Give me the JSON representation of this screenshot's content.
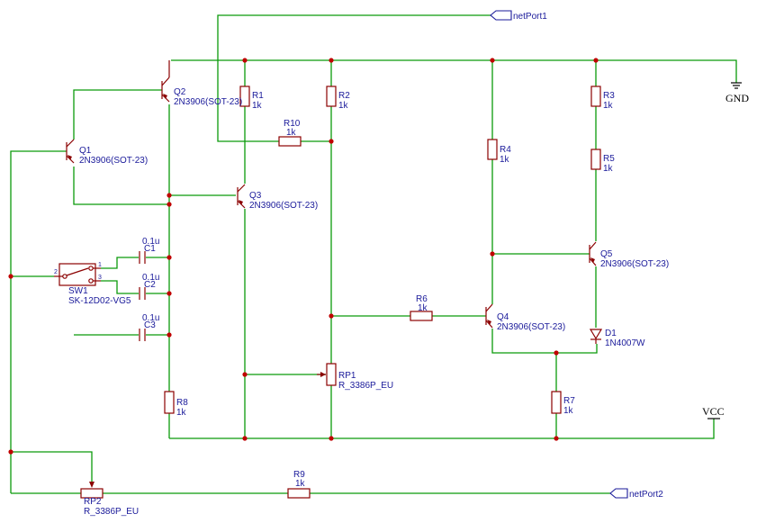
{
  "components": {
    "Q1": {
      "ref": "Q1",
      "value": "2N3906(SOT-23)"
    },
    "Q2": {
      "ref": "Q2",
      "value": "2N3906(SOT-23)"
    },
    "Q3": {
      "ref": "Q3",
      "value": "2N3906(SOT-23)"
    },
    "Q4": {
      "ref": "Q4",
      "value": "2N3906(SOT-23)"
    },
    "Q5": {
      "ref": "Q5",
      "value": "2N3906(SOT-23)"
    },
    "R1": {
      "ref": "R1",
      "value": "1k"
    },
    "R2": {
      "ref": "R2",
      "value": "1k"
    },
    "R3": {
      "ref": "R3",
      "value": "1k"
    },
    "R4": {
      "ref": "R4",
      "value": "1k"
    },
    "R5": {
      "ref": "R5",
      "value": "1k"
    },
    "R6": {
      "ref": "R6",
      "value": "1k"
    },
    "R7": {
      "ref": "R7",
      "value": "1k"
    },
    "R8": {
      "ref": "R8",
      "value": "1k"
    },
    "R9": {
      "ref": "R9",
      "value": "1k"
    },
    "R10": {
      "ref": "R10",
      "value": "1k"
    },
    "C1": {
      "ref": "C1",
      "value": "0.1u"
    },
    "C2": {
      "ref": "C2",
      "value": "0.1u"
    },
    "C3": {
      "ref": "C3",
      "value": "0.1u"
    },
    "RP1": {
      "ref": "RP1",
      "value": "R_3386P_EU"
    },
    "RP2": {
      "ref": "RP2",
      "value": "R_3386P_EU"
    },
    "D1": {
      "ref": "D1",
      "value": "1N4007W"
    },
    "SW1": {
      "ref": "SW1",
      "value": "SK-12D02-VG5",
      "pins": [
        "1",
        "2",
        "3"
      ]
    }
  },
  "power": {
    "gnd": "GND",
    "vcc": "VCC"
  },
  "ports": {
    "p1": "netPort1",
    "p2": "netPort2"
  }
}
